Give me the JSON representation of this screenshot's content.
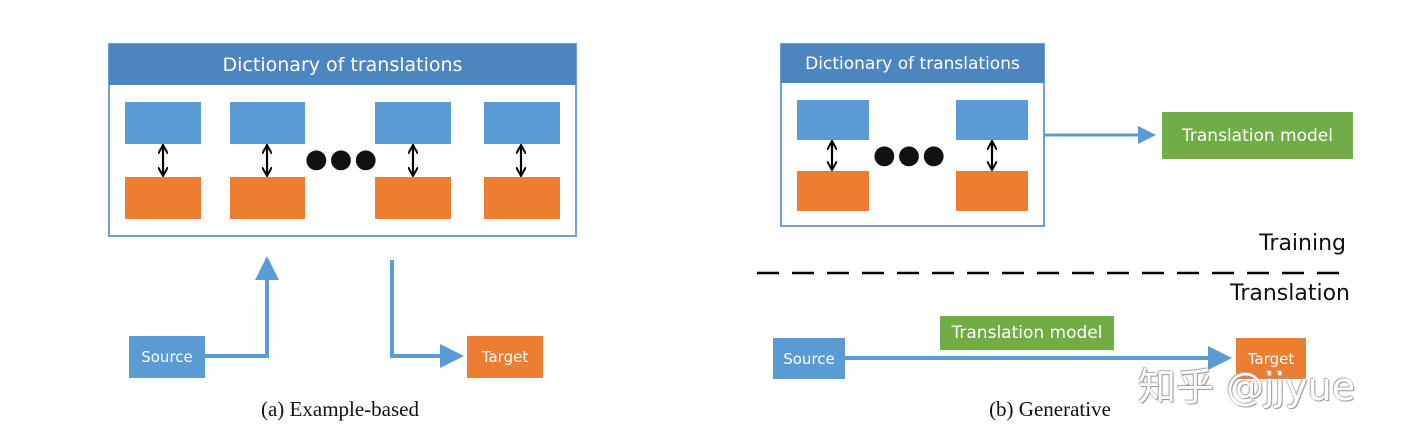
{
  "panel_a": {
    "dict_title": "Dictionary of translations",
    "dots": "●●●",
    "source_label": "Source",
    "target_label": "Target",
    "caption": "(a) Example-based"
  },
  "panel_b": {
    "dict_title": "Dictionary of translations",
    "dots": "●●●",
    "model_label_top": "Translation model",
    "phase_training": "Training",
    "phase_translation": "Translation",
    "model_label_bottom": "Translation model",
    "source_label": "Source",
    "target_label": "Target",
    "caption": "(b) Generative"
  },
  "watermark": "知乎 @jjyue",
  "colors": {
    "dict_border": "#6f9fd0",
    "dict_header": "#4d86bf",
    "source_blue": "#5b9bd5",
    "target_orange": "#ed7d31",
    "model_green": "#70ad47",
    "arrow_blue": "#5b9bd5"
  }
}
